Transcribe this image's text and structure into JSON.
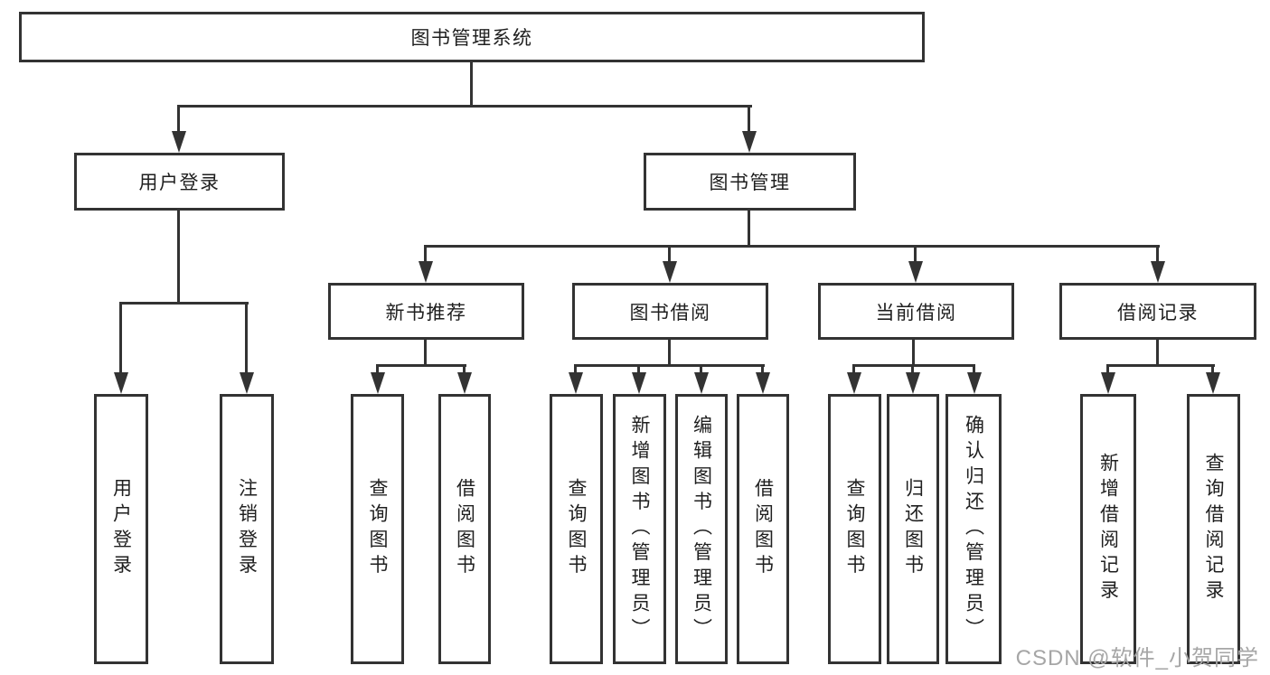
{
  "colors": {
    "line": "#333333",
    "text": "#1f1f1f",
    "background": "#ffffff",
    "watermark": "#a6a6a6"
  },
  "watermark": {
    "text": "CSDN @软件_小贺同学"
  },
  "diagram": {
    "root": {
      "label": "图书管理系统"
    },
    "branches": [
      {
        "label": "用户登录",
        "children": [
          {
            "label": "用户登录"
          },
          {
            "label": "注销登录"
          }
        ]
      },
      {
        "label": "图书管理",
        "children": [
          {
            "label": "新书推荐",
            "children": [
              {
                "label": "查询图书"
              },
              {
                "label": "借阅图书"
              }
            ]
          },
          {
            "label": "图书借阅",
            "children": [
              {
                "label": "查询图书"
              },
              {
                "label": "新增图书（管理员）"
              },
              {
                "label": "编辑图书（管理员）"
              },
              {
                "label": "借阅图书"
              }
            ]
          },
          {
            "label": "当前借阅",
            "children": [
              {
                "label": "查询图书"
              },
              {
                "label": "归还图书"
              },
              {
                "label": "确认归还（管理员）"
              }
            ]
          },
          {
            "label": "借阅记录",
            "children": [
              {
                "label": "新增借阅记录"
              },
              {
                "label": "查询借阅记录"
              }
            ]
          }
        ]
      }
    ]
  }
}
